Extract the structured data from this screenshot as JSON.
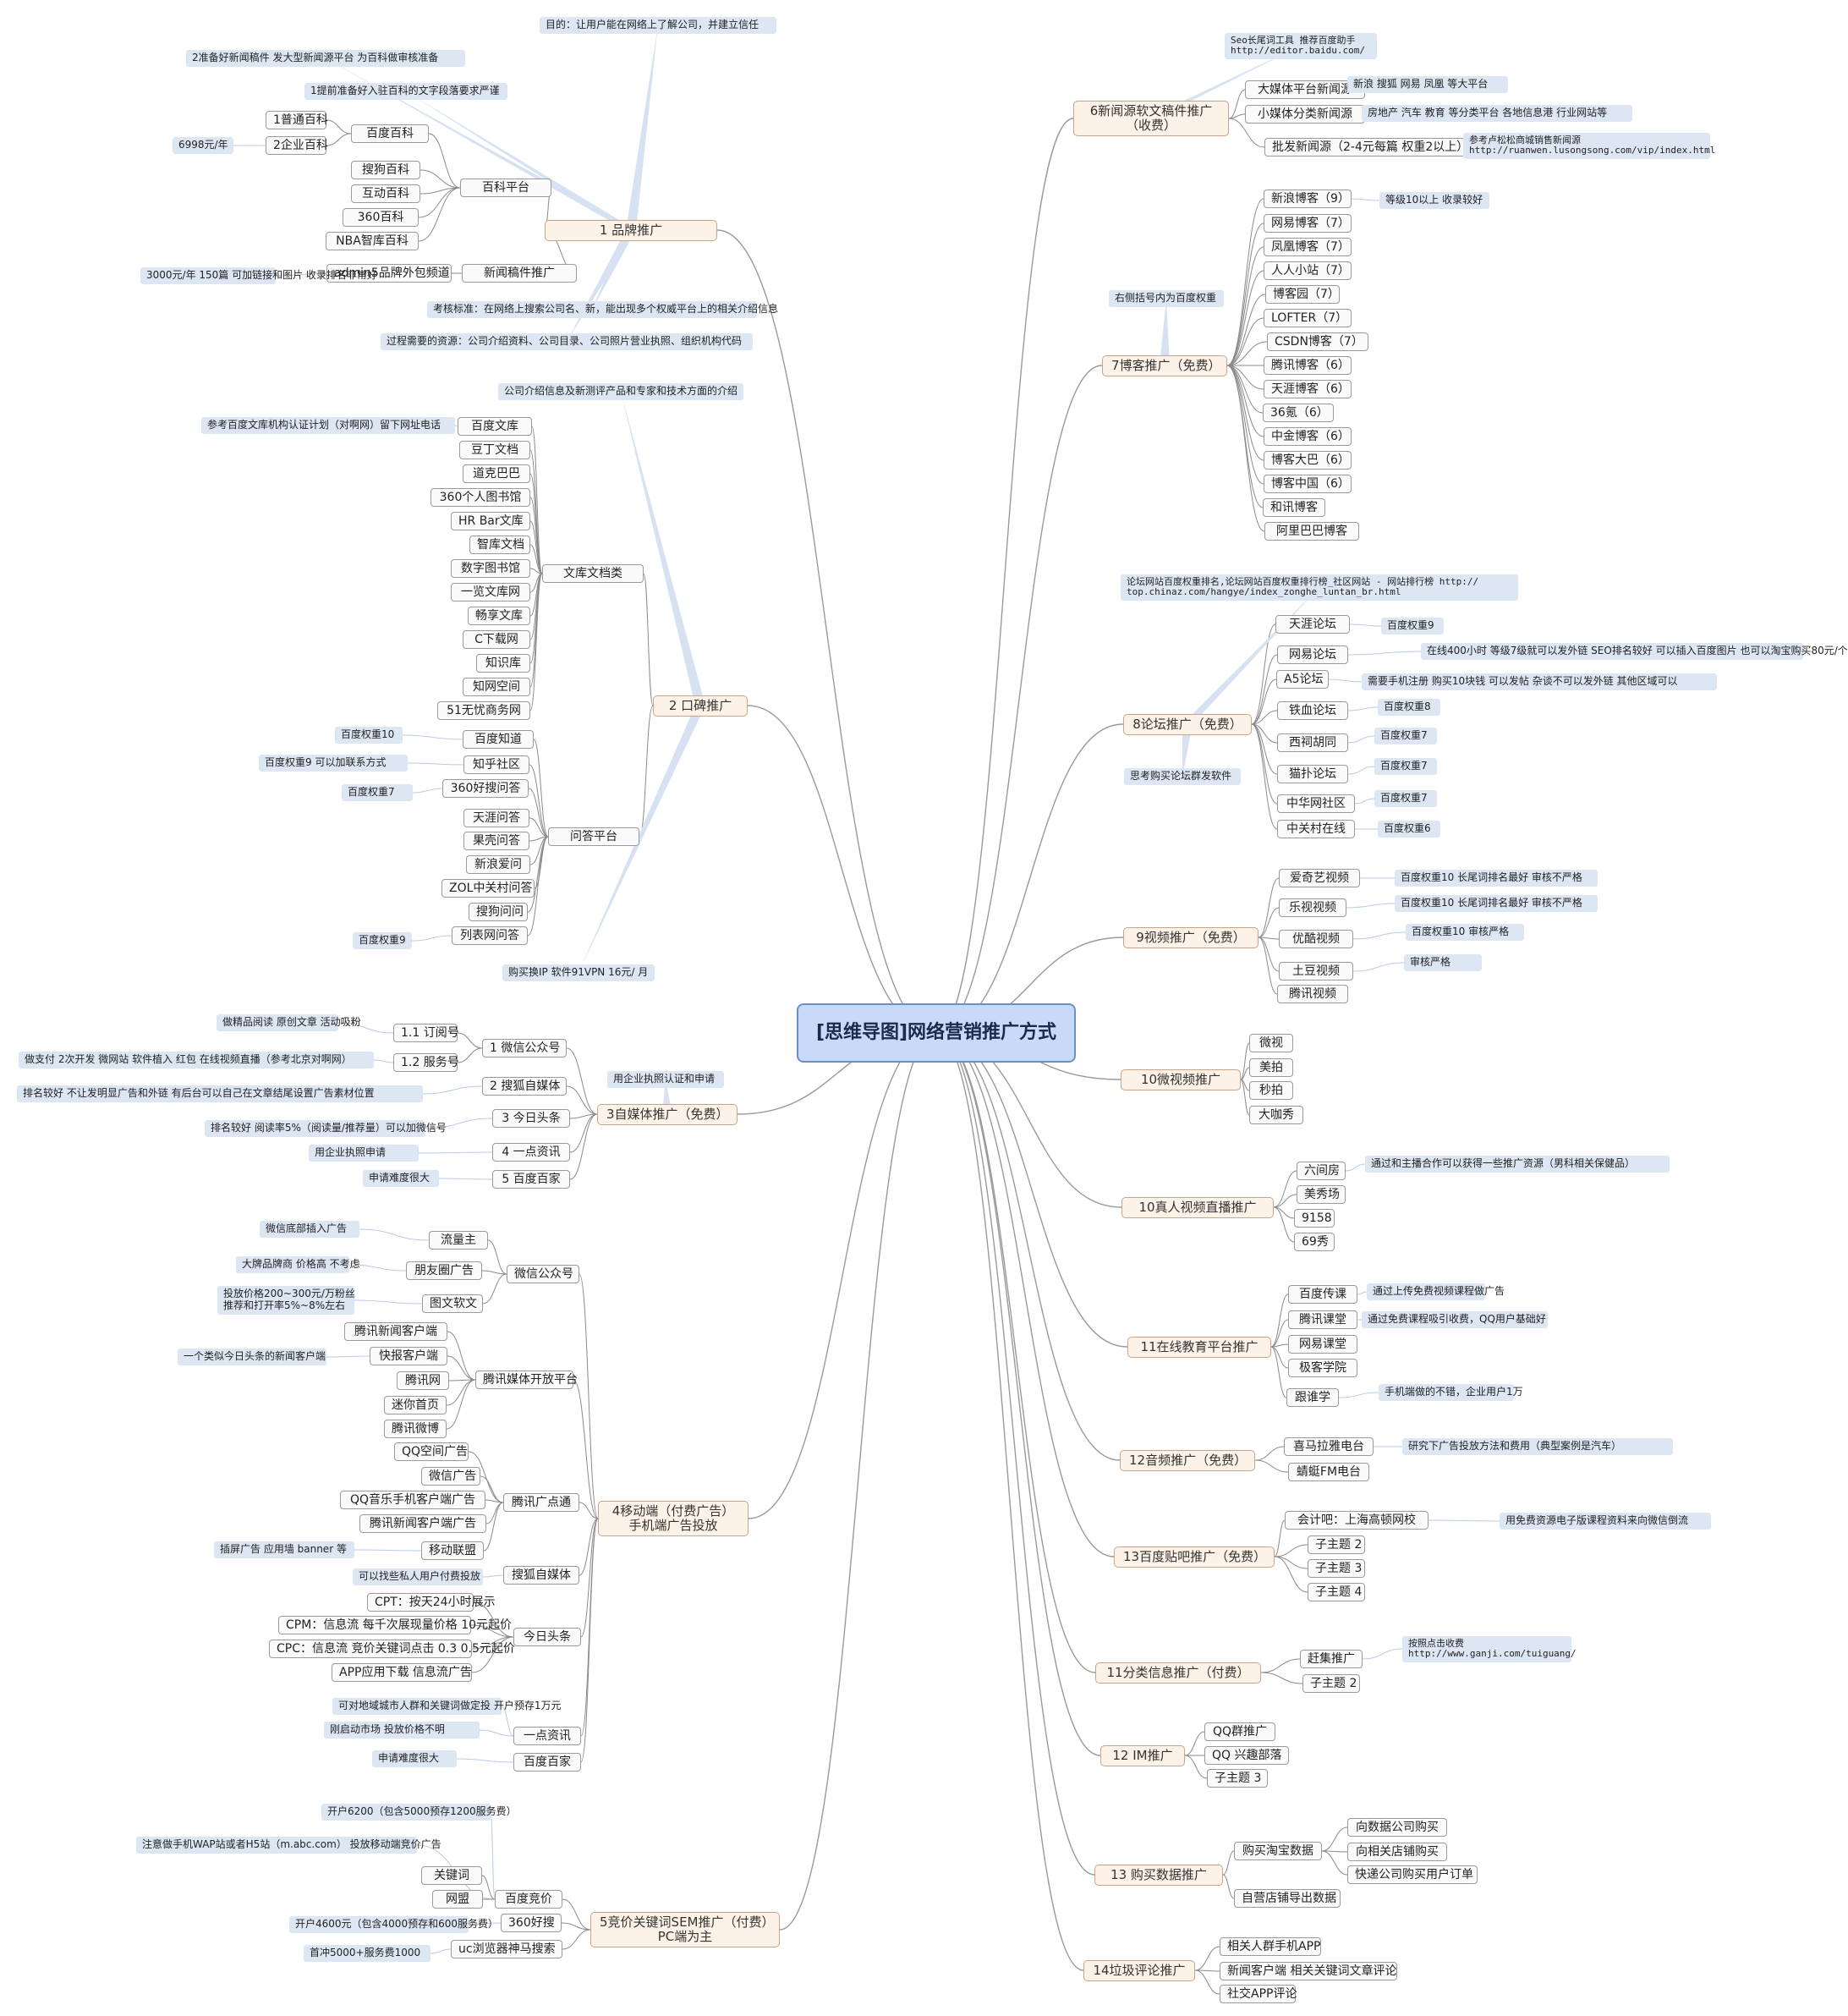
{
  "title": "[思维导图]网络营销推广方式",
  "branches": [
    {
      "label": "1 品牌推广",
      "children": [
        {
          "label": "百科平台",
          "children": [
            {
              "label": "百度百科",
              "children": [
                {
                  "label": "1普通百科"
                },
                {
                  "label": "2企业百科",
                  "children": [
                    {
                      "label": "6998元/年",
                      "note": true
                    }
                  ]
                }
              ]
            },
            {
              "label": "搜狗百科"
            },
            {
              "label": "互动百科"
            },
            {
              "label": "360百科"
            },
            {
              "label": "NBA智库百科"
            }
          ]
        },
        {
          "label": "新闻稿件推广",
          "children": [
            {
              "label": "admin5品牌外包频道",
              "children": [
                {
                  "label": "3000元/年 150篇 可加链接和图片 收录排名非常好",
                  "note": true
                }
              ]
            }
          ]
        }
      ],
      "notes": [
        "目的：让用户能在网络上了解公司，并建立信任",
        "2准备好新闻稿件 发大型新闻源平台 为百科做审核准备",
        "1提前准备好入驻百科的文字段落要求严谨",
        "考核标准：在网络上搜索公司名、新，能出现多个权威平台上的相关介绍信息",
        "过程需要的资源：公司介绍资料、公司目录、公司照片营业执照、组织机构代码"
      ]
    },
    {
      "label": "2 口碑推广",
      "children": [
        {
          "label": "文库文档类",
          "children": [
            {
              "label": "百度文库",
              "children": [
                {
                  "label": "参考百度文库机构认证计划（对啊网）留下网址电话",
                  "note": true
                }
              ]
            },
            {
              "label": "豆丁文档"
            },
            {
              "label": "道克巴巴"
            },
            {
              "label": "360个人图书馆"
            },
            {
              "label": "HR Bar文库"
            },
            {
              "label": "智库文档"
            },
            {
              "label": "数字图书馆"
            },
            {
              "label": "一览文库网"
            },
            {
              "label": "畅享文库"
            },
            {
              "label": "C下载网"
            },
            {
              "label": "知识库"
            },
            {
              "label": "知网空间"
            },
            {
              "label": "51无忧商务网"
            }
          ]
        },
        {
          "label": "问答平台",
          "children": [
            {
              "label": "百度知道",
              "children": [
                {
                  "label": "百度权重10",
                  "note": true
                }
              ]
            },
            {
              "label": "知乎社区",
              "children": [
                {
                  "label": "百度权重9 可以加联系方式",
                  "note": true
                }
              ]
            },
            {
              "label": "360好搜问答",
              "children": [
                {
                  "label": "百度权重7",
                  "note": true
                }
              ]
            },
            {
              "label": "天涯问答"
            },
            {
              "label": "果壳问答"
            },
            {
              "label": "新浪爱问"
            },
            {
              "label": "ZOL中关村问答"
            },
            {
              "label": "搜狗问问"
            },
            {
              "label": "列表网问答",
              "children": [
                {
                  "label": "百度权重9",
                  "note": true
                }
              ]
            }
          ]
        }
      ],
      "notes": [
        "公司介绍信息及新测评产品和专家和技术方面的介绍",
        "购买换IP 软件91VPN 16元/ 月"
      ]
    },
    {
      "label": "3自媒体推广（免费）",
      "children": [
        {
          "label": "1 微信公众号",
          "children": [
            {
              "label": "1.1 订阅号",
              "children": [
                {
                  "label": "做精品阅读 原创文章 活动吸粉",
                  "note": true
                }
              ]
            },
            {
              "label": "1.2 服务号",
              "children": [
                {
                  "label": "做支付 2次开发 微网站 软件植入 红包 在线视频直播（参考北京对啊网）",
                  "note": true
                }
              ]
            }
          ]
        },
        {
          "label": "2 搜狐自媒体",
          "children": [
            {
              "label": "排名较好 不让发明显广告和外链 有后台可以自己在文章结尾设置广告素材位置",
              "note": true
            }
          ]
        },
        {
          "label": "3 今日头条",
          "children": [
            {
              "label": "排名较好 阅读率5%（阅读量/推荐量）可以加微信号",
              "note": true
            }
          ]
        },
        {
          "label": "4 一点资讯",
          "children": [
            {
              "label": "用企业执照申请",
              "note": true
            }
          ]
        },
        {
          "label": "5 百度百家",
          "children": [
            {
              "label": "申请难度很大",
              "note": true
            }
          ]
        }
      ],
      "notes": [
        "用企业执照认证和申请"
      ]
    },
    {
      "label": "4移动端（付费广告）\n手机端广告投放",
      "children": [
        {
          "label": "微信公众号",
          "children": [
            {
              "label": "流量主",
              "children": [
                {
                  "label": "微信底部插入广告",
                  "note": true
                }
              ]
            },
            {
              "label": "朋友圈广告",
              "children": [
                {
                  "label": "大牌品牌商 价格高 不考虑",
                  "note": true
                }
              ]
            },
            {
              "label": "图文软文",
              "children": [
                {
                  "label": "投放价格200~300元/万粉丝\n推荐和打开率5%~8%左右",
                  "note": true
                }
              ]
            }
          ]
        },
        {
          "label": "腾讯媒体开放平台",
          "children": [
            {
              "label": "腾讯新闻客户端"
            },
            {
              "label": "快报客户端",
              "children": [
                {
                  "label": "一个类似今日头条的新闻客户端",
                  "note": true
                }
              ]
            },
            {
              "label": "腾讯网"
            },
            {
              "label": "迷你首页"
            },
            {
              "label": "腾讯微博"
            }
          ]
        },
        {
          "label": "腾讯广点通",
          "children": [
            {
              "label": "QQ空间广告"
            },
            {
              "label": "微信广告"
            },
            {
              "label": "QQ音乐手机客户端广告"
            },
            {
              "label": "腾讯新闻客户端广告"
            },
            {
              "label": "移动联盟",
              "children": [
                {
                  "label": "插屏广告 应用墙 banner 等",
                  "note": true
                }
              ]
            }
          ]
        },
        {
          "label": "搜狐自媒体",
          "children": [
            {
              "label": "可以找些私人用户付费投放",
              "note": true
            }
          ]
        },
        {
          "label": "今日头条",
          "children": [
            {
              "label": "CPT：按天24小时展示"
            },
            {
              "label": "CPM：信息流 每千次展现量价格 10元起价"
            },
            {
              "label": "CPC：信息流 竞价关键词点击 0.3 0.5元起价"
            },
            {
              "label": "APP应用下载 信息流广告"
            }
          ]
        },
        {
          "label": "一点资讯",
          "children": [
            {
              "label": "可对地域城市人群和关键词做定投 开户预存1万元",
              "note": true
            },
            {
              "label": "刚启动市场 投放价格不明",
              "note": true
            }
          ]
        },
        {
          "label": "百度百家",
          "children": [
            {
              "label": "申请难度很大",
              "note": true
            }
          ]
        }
      ]
    },
    {
      "label": "5竞价关键词SEM推广（付费）\nPC端为主",
      "children": [
        {
          "label": "百度竞价",
          "children": [
            {
              "label": "开户6200（包含5000预存1200服务费）",
              "note": true
            },
            {
              "label": "注意做手机WAP站或者H5站（m.abc.com） 投放移动端竞价广告",
              "note": true
            },
            {
              "label": "关键词"
            },
            {
              "label": "网盟"
            }
          ]
        },
        {
          "label": "360好搜",
          "children": [
            {
              "label": "开户4600元（包含4000预存和600服务费）",
              "note": true
            }
          ]
        },
        {
          "label": "uc浏览器神马搜索",
          "children": [
            {
              "label": "首冲5000+服务费1000",
              "note": true
            }
          ]
        }
      ]
    },
    {
      "label": "6新闻源软文稿件推广\n（收费）",
      "children": [
        {
          "label": "大媒体平台新闻源",
          "children": [
            {
              "label": "新浪 搜狐 网易 凤凰 等大平台",
              "note": true
            }
          ]
        },
        {
          "label": "小媒体分类新闻源",
          "children": [
            {
              "label": "房地产 汽车 教育 等分类平台 各地信息港 行业网站等",
              "note": true
            }
          ]
        },
        {
          "label": "批发新闻源（2-4元每篇 权重2以上）",
          "children": [
            {
              "label": "参考卢松松商城销售新闻源\nhttp://ruanwen.lusongsong.com/vip/index.html",
              "note": true,
              "mono": true
            }
          ]
        }
      ],
      "notes": [
        "Seo长尾词工具 推荐百度助手\nhttp://editor.baidu.com/"
      ]
    },
    {
      "label": "7博客推广（免费）",
      "children": [
        {
          "label": "新浪博客（9）",
          "children": [
            {
              "label": "等级10以上 收录较好",
              "note": true
            }
          ]
        },
        {
          "label": "网易博客（7）"
        },
        {
          "label": "凤凰博客（7）"
        },
        {
          "label": "人人小站（7）"
        },
        {
          "label": "博客园（7）"
        },
        {
          "label": "LOFTER（7）"
        },
        {
          "label": "CSDN博客（7）"
        },
        {
          "label": "腾讯博客（6）"
        },
        {
          "label": "天涯博客（6）"
        },
        {
          "label": "36氪（6）"
        },
        {
          "label": "中金博客（6）"
        },
        {
          "label": "博客大巴（6）"
        },
        {
          "label": "博客中国（6）"
        },
        {
          "label": "和讯博客"
        },
        {
          "label": "阿里巴巴博客"
        }
      ],
      "notes": [
        "右侧括号内为百度权重"
      ]
    },
    {
      "label": "8论坛推广（免费）",
      "children": [
        {
          "label": "天涯论坛",
          "children": [
            {
              "label": "百度权重9",
              "note": true
            }
          ]
        },
        {
          "label": "网易论坛",
          "children": [
            {
              "label": "在线400小时 等级7级就可以发外链 SEO排名较好 可以插入百度图片 也可以淘宝购买80元/个",
              "note": true
            }
          ]
        },
        {
          "label": "A5论坛",
          "children": [
            {
              "label": "需要手机注册 购买10块钱 可以发帖 杂谈不可以发外链 其他区域可以",
              "note": true
            }
          ]
        },
        {
          "label": "铁血论坛",
          "children": [
            {
              "label": "百度权重8",
              "note": true
            }
          ]
        },
        {
          "label": "西祠胡同",
          "children": [
            {
              "label": "百度权重7",
              "note": true
            }
          ]
        },
        {
          "label": "猫扑论坛",
          "children": [
            {
              "label": "百度权重7",
              "note": true
            }
          ]
        },
        {
          "label": "中华网社区",
          "children": [
            {
              "label": "百度权重7",
              "note": true
            }
          ]
        },
        {
          "label": "中关村在线",
          "children": [
            {
              "label": "百度权重6",
              "note": true
            }
          ]
        }
      ],
      "notes": [
        "论坛网站百度权重排名,论坛网站百度权重排行榜_社区网站 - 网站排行榜 http://\ntop.chinaz.com/hangye/index_zonghe_luntan_br.html",
        "思考购买论坛群发软件"
      ]
    },
    {
      "label": "9视频推广（免费）",
      "children": [
        {
          "label": "爱奇艺视频",
          "children": [
            {
              "label": "百度权重10 长尾词排名最好 审核不严格",
              "note": true
            }
          ]
        },
        {
          "label": "乐视视频",
          "children": [
            {
              "label": "百度权重10 长尾词排名最好 审核不严格",
              "note": true
            }
          ]
        },
        {
          "label": "优酷视频",
          "children": [
            {
              "label": "百度权重10 审核严格",
              "note": true
            }
          ]
        },
        {
          "label": "土豆视频",
          "children": [
            {
              "label": "审核严格",
              "note": true
            }
          ]
        },
        {
          "label": "腾讯视频"
        }
      ]
    },
    {
      "label": "10微视频推广",
      "children": [
        {
          "label": "微视"
        },
        {
          "label": "美拍"
        },
        {
          "label": "秒拍"
        },
        {
          "label": "大咖秀"
        }
      ]
    },
    {
      "label": "10真人视频直播推广",
      "children": [
        {
          "label": "六间房",
          "children": [
            {
              "label": "通过和主播合作可以获得一些推广资源（男科相关保健品）",
              "note": true
            }
          ]
        },
        {
          "label": "美秀场"
        },
        {
          "label": "9158"
        },
        {
          "label": "69秀"
        }
      ]
    },
    {
      "label": "11在线教育平台推广",
      "children": [
        {
          "label": "百度传课",
          "children": [
            {
              "label": "通过上传免费视频课程做广告",
              "note": true
            }
          ]
        },
        {
          "label": "腾讯课堂",
          "children": [
            {
              "label": "通过免费课程吸引收费，QQ用户基础好",
              "note": true
            }
          ]
        },
        {
          "label": "网易课堂"
        },
        {
          "label": "极客学院"
        },
        {
          "label": "跟谁学",
          "children": [
            {
              "label": "手机端做的不错，企业用户1万",
              "note": true
            }
          ]
        }
      ]
    },
    {
      "label": "12音频推广（免费）",
      "children": [
        {
          "label": "喜马拉雅电台",
          "children": [
            {
              "label": "研究下广告投放方法和费用（典型案例是汽车）",
              "note": true
            }
          ]
        },
        {
          "label": "蜻蜓FM电台"
        }
      ]
    },
    {
      "label": "13百度贴吧推广（免费）",
      "children": [
        {
          "label": "会计吧：上海高顿网校",
          "children": [
            {
              "label": "用免费资源电子版课程资料来向微信倒流",
              "note": true
            }
          ]
        },
        {
          "label": "子主题 2"
        },
        {
          "label": "子主题 3"
        },
        {
          "label": "子主题 4"
        }
      ]
    },
    {
      "label": "11分类信息推广（付费）",
      "children": [
        {
          "label": "赶集推广",
          "children": [
            {
              "label": "按照点击收费\nhttp://www.ganji.com/tuiguang/",
              "note": true,
              "mono": true
            }
          ]
        },
        {
          "label": "子主题 2"
        }
      ]
    },
    {
      "label": "12 IM推广",
      "children": [
        {
          "label": "QQ群推广"
        },
        {
          "label": "QQ 兴趣部落"
        },
        {
          "label": "子主题 3"
        }
      ]
    },
    {
      "label": "13 购买数据推广",
      "children": [
        {
          "label": "购买淘宝数据",
          "children": [
            {
              "label": "向数据公司购买"
            },
            {
              "label": "向相关店铺购买"
            },
            {
              "label": "快递公司购买用户订单"
            }
          ]
        },
        {
          "label": "自营店铺导出数据"
        }
      ]
    },
    {
      "label": "14垃圾评论推广",
      "children": [
        {
          "label": "相关人群手机APP"
        },
        {
          "label": "新闻客户端 相关关键词文章评论"
        },
        {
          "label": "社交APP评论"
        }
      ]
    }
  ]
}
